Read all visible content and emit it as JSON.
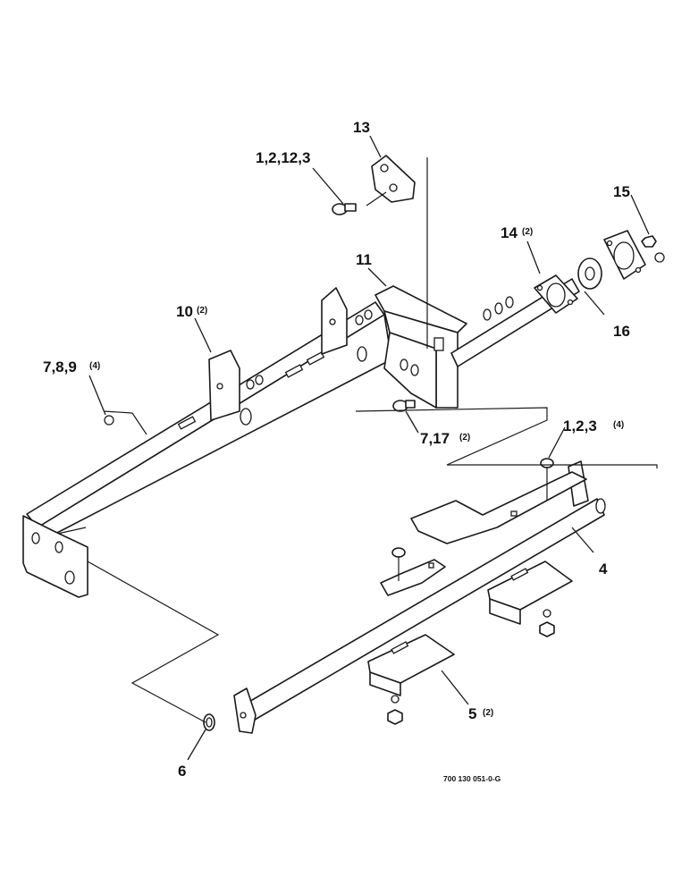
{
  "diagram": {
    "drawing_code": "700 130 051-0-G",
    "callouts": [
      {
        "id": "c13",
        "text": "13",
        "qty": ""
      },
      {
        "id": "c12",
        "text": "1,2,12,3",
        "qty": ""
      },
      {
        "id": "c15",
        "text": "15",
        "qty": ""
      },
      {
        "id": "c14",
        "text": "14",
        "qty": "(2)"
      },
      {
        "id": "c11",
        "text": "11",
        "qty": ""
      },
      {
        "id": "c10",
        "text": "10",
        "qty": "(2)"
      },
      {
        "id": "c16",
        "text": "16",
        "qty": ""
      },
      {
        "id": "c789",
        "text": "7,8,9",
        "qty": "(4)"
      },
      {
        "id": "c717",
        "text": "7,17",
        "qty": "(2)"
      },
      {
        "id": "c123",
        "text": "1,2,3",
        "qty": "(4)"
      },
      {
        "id": "c4",
        "text": "4",
        "qty": ""
      },
      {
        "id": "c5",
        "text": "5",
        "qty": "(2)"
      },
      {
        "id": "c6",
        "text": "6",
        "qty": ""
      }
    ]
  }
}
